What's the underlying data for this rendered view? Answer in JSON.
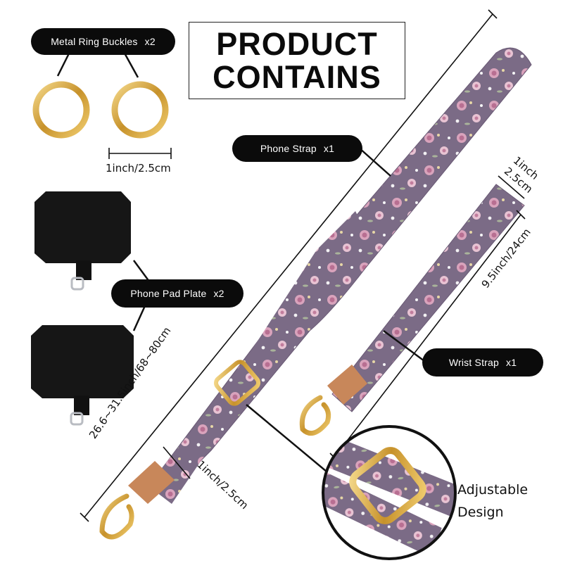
{
  "title": {
    "line1": "PRODUCT",
    "line2": "CONTAINS"
  },
  "callouts": {
    "ring_buckles": {
      "label": "Metal Ring Buckles",
      "qty": "x2"
    },
    "phone_strap": {
      "label": "Phone Strap",
      "qty": "x1"
    },
    "pad_plate": {
      "label": "Phone Pad Plate",
      "qty": "x2"
    },
    "wrist_strap": {
      "label": "Wrist Strap",
      "qty": "x1"
    }
  },
  "dimensions": {
    "ring": "1inch/2.5cm",
    "strap_length": "26.6~31.5inch/68~80cm",
    "strap_width": "1inch/2.5cm",
    "wrist_width_line1": "1inch",
    "wrist_width_line2": "2.5cm",
    "wrist_length": "9.5inch/24cm"
  },
  "feature": {
    "line1": "Adjustable",
    "line2": "Design"
  },
  "colors": {
    "strap_base": "#7b6b86",
    "flower_pink": "#d9a3bc",
    "leather": "#c8875a",
    "gold": "#d9a93f",
    "pad_black": "#161616"
  }
}
